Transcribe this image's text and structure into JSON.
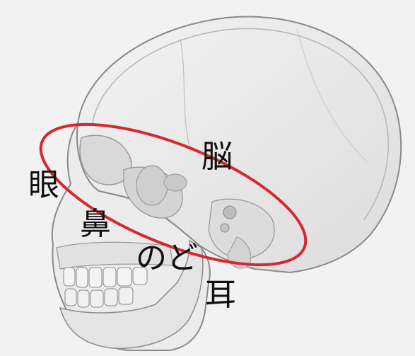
{
  "labels": {
    "eye": "眼",
    "nose": "鼻",
    "brain": "脳",
    "throat": "のど",
    "ear": "耳"
  },
  "colors": {
    "background": "#f2f2f2",
    "skull_fill": "#e9e9e9",
    "skull_outline": "#8a8a8a",
    "highlight_ellipse": "#d7282f",
    "label_text": "#111111"
  }
}
